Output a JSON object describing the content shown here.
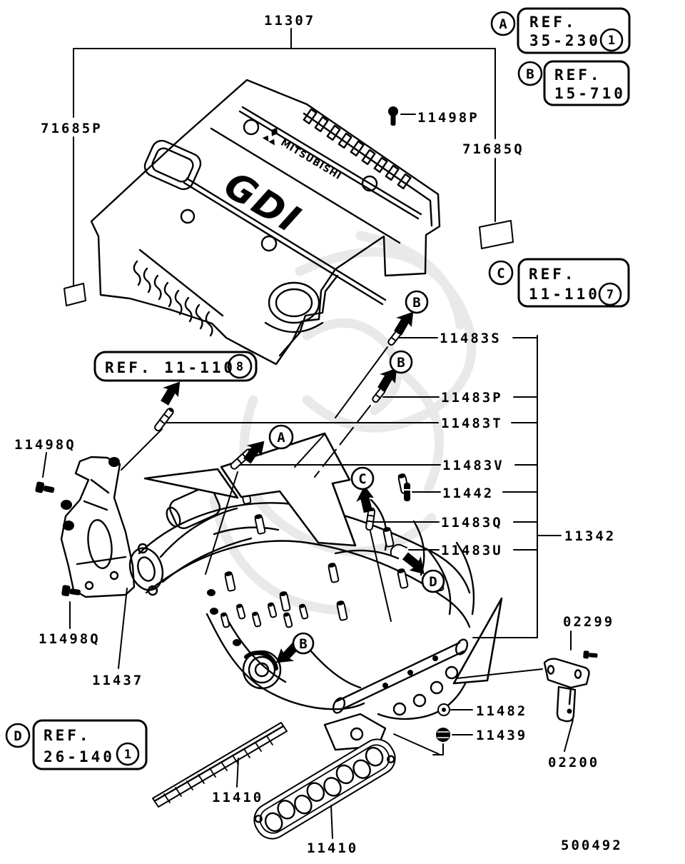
{
  "page": {
    "code": "500492",
    "background": "#ffffff",
    "ink": "#000000",
    "watermark": "#e9e9e9"
  },
  "cover": {
    "brand": "MITSUBISHI",
    "model": "GDI"
  },
  "callouts": {
    "a": "A",
    "b": "B",
    "c": "C",
    "d": "D"
  },
  "ref_boxes": {
    "a": {
      "line1": "REF.",
      "line2": "35-230",
      "qty": "1"
    },
    "b": {
      "line1": "REF.",
      "line2": "15-710"
    },
    "c": {
      "line1": "REF.",
      "line2": "11-110",
      "qty": "7"
    },
    "mid": {
      "line1": "REF. 11-110",
      "qty": "8"
    },
    "d": {
      "line1": "REF.",
      "line2": "26-140",
      "qty": "1"
    }
  },
  "labels": {
    "l11307": "11307",
    "l71685P": "71685P",
    "l11498P": "11498P",
    "l71685Q": "71685Q",
    "l11483S": "11483S",
    "l11483P": "11483P",
    "l11483T": "11483T",
    "l11483V": "11483V",
    "l11442": "11442",
    "l11483Q": "11483Q",
    "l11483U": "11483U",
    "l11342": "11342",
    "l11498Q_upper": "11498Q",
    "l11498Q_lower": "11498Q",
    "l11437": "11437",
    "l02299": "02299",
    "l11482": "11482",
    "l11439": "11439",
    "l02200": "02200",
    "l11410_left": "11410",
    "l11410_center": "11410"
  }
}
